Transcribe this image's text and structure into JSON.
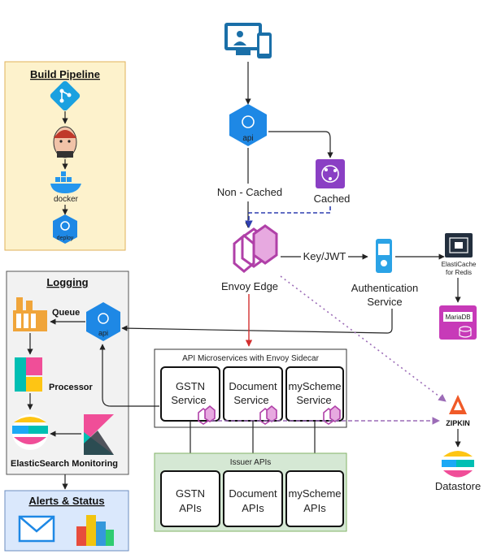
{
  "build_pipeline": {
    "title": "Build Pipeline",
    "docker_label": "docker",
    "deploy_label": "deploy"
  },
  "logging": {
    "title": "Logging",
    "queue_label": "Queue",
    "processor_label": "Processor",
    "bottom_label": "ElasticSearch Monitoring",
    "api_label": "api"
  },
  "alerts": {
    "title": "Alerts & Status"
  },
  "api_gateway": {
    "label": "api"
  },
  "edges": {
    "non_cached": "Non - Cached",
    "cached": "Cached",
    "key_jwt": "Key/JWT"
  },
  "envoy_edge": {
    "label": "Envoy Edge"
  },
  "auth": {
    "line1": "Authentication",
    "line2": "Service"
  },
  "elasticache": {
    "line1": "ElastiCache",
    "line2": "for Redis"
  },
  "mariadb": {
    "label": "MariaDB"
  },
  "microservices": {
    "title": "API Microservices with Envoy Sidecar",
    "services": [
      {
        "line1": "GSTN",
        "line2": "Service"
      },
      {
        "line1": "Document",
        "line2": "Service"
      },
      {
        "line1": "myScheme",
        "line2": "Service"
      }
    ]
  },
  "issuer": {
    "title": "Issuer APIs",
    "apis": [
      {
        "line1": "GSTN",
        "line2": "APIs"
      },
      {
        "line1": "Document",
        "line2": "APIs"
      },
      {
        "line1": "myScheme",
        "line2": "APIs"
      }
    ]
  },
  "zipkin": {
    "label": "ZIPKIN"
  },
  "datastore": {
    "label": "Datastore"
  },
  "colors": {
    "build_bg": "#fdf2cc",
    "build_border": "#e0b25a",
    "logging_bg": "#f2f2f2",
    "alerts_bg": "#dae8fc",
    "issuer_bg": "#d5e8d4",
    "api_blue": "#1e88e5",
    "envoy_purple": "#b040a8",
    "cached_purple": "#8a3fc4",
    "dashed_blue": "#2f3fb0",
    "red_arrow": "#d32f2f",
    "dotted_purple": "#9c6cb7"
  }
}
